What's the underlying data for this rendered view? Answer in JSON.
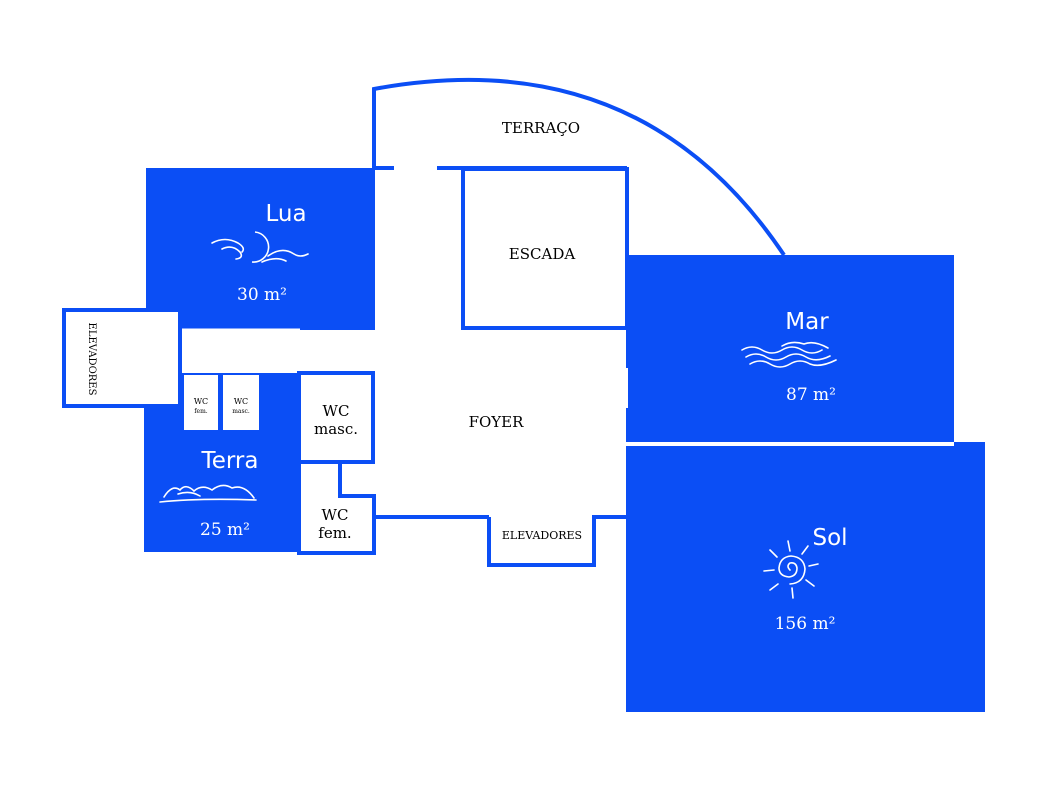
{
  "colors": {
    "brand_blue": "#0b4ef5",
    "text_dark": "#000000",
    "text_light": "#ffffff",
    "background": "#ffffff"
  },
  "rooms": {
    "lua": {
      "name": "Lua",
      "area": "30 m²",
      "icon": "moon-waves-icon"
    },
    "mar": {
      "name": "Mar",
      "area": "87 m²",
      "icon": "waves-icon"
    },
    "terra": {
      "name": "Terra",
      "area": "25 m²",
      "icon": "mountains-icon"
    },
    "sol": {
      "name": "Sol",
      "area": "156 m²",
      "icon": "sun-spiral-icon"
    }
  },
  "areas": {
    "terraco": "TERRAÇO",
    "escada": "ESCADA",
    "foyer": "FOYER",
    "elevadores_left": "ELEVADORES",
    "elevadores_bottom": "ELEVADORES",
    "wc_masc_large": {
      "line1": "WC",
      "line2": "masc."
    },
    "wc_fem_large": {
      "line1": "WC",
      "line2": "fem."
    },
    "wc_fem_small": {
      "line1": "WC",
      "line2": "fem."
    },
    "wc_masc_small": {
      "line1": "WC",
      "line2": "masc."
    }
  }
}
